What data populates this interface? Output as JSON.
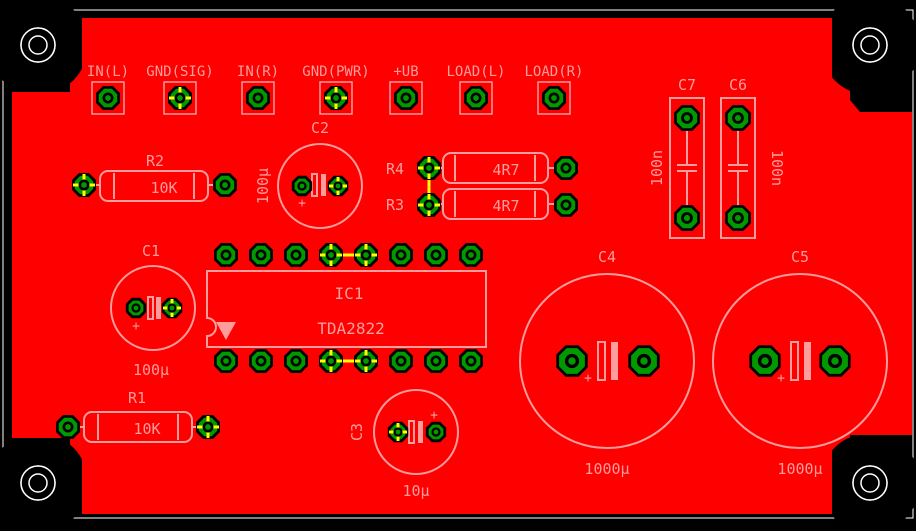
{
  "colors": {
    "background": "#000000",
    "board": "#ff0000",
    "silkscreen": "#ff9c9c",
    "pad_ring": "#000000",
    "pad_fill": "#009900",
    "highlight": "#ffff00"
  },
  "connectors": [
    "IN(L)",
    "GND(SIG)",
    "IN(R)",
    "GND(PWR)",
    "+UB",
    "LOAD(L)",
    "LOAD(R)"
  ],
  "resistors": {
    "r1": {
      "name": "R1",
      "value": "10K"
    },
    "r2": {
      "name": "R2",
      "value": "10K"
    },
    "r3": {
      "name": "R3",
      "value": "4R7"
    },
    "r4": {
      "name": "R4",
      "value": "4R7"
    }
  },
  "capacitors": {
    "c1": {
      "name": "C1",
      "value": "100µ"
    },
    "c2": {
      "name": "C2",
      "value": "100µ"
    },
    "c3": {
      "name": "C3",
      "value": "10µ"
    },
    "c4": {
      "name": "C4",
      "value": "1000µ"
    },
    "c5": {
      "name": "C5",
      "value": "1000µ"
    },
    "c6": {
      "name": "C6",
      "value": "100n"
    },
    "c7": {
      "name": "C7",
      "value": "100n"
    }
  },
  "ic": {
    "name": "IC1",
    "part": "TDA2822"
  },
  "polarity_mark": "+"
}
